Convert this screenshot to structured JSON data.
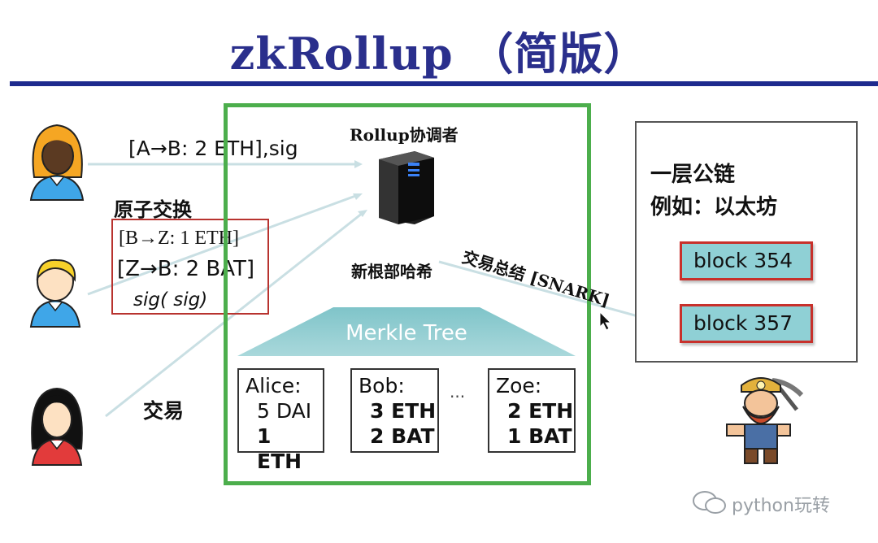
{
  "title": "zkRollup （简版）",
  "coordinator_label": "Rollup协调者",
  "tx1_text": "[A→B:   2 ETH],sig",
  "atomic_swap": {
    "label": "原子交换",
    "line1": "[B→Z:   1 ETH]",
    "line2": "[Z→B:   2 BAT]",
    "line3": "sig(   sig)"
  },
  "tx3_label": "交易",
  "new_root_label": "新根部哈希",
  "summary_label": "交易总结 [SNARK]",
  "merkle_label": "Merkle Tree",
  "accounts": [
    {
      "name": "Alice:",
      "line1": "5 DAI",
      "line2": "1 ETH"
    },
    {
      "name": "Bob:",
      "line1": "3 ETH",
      "line2": "2 BAT"
    },
    {
      "name": "Zoe:",
      "line1": "2 ETH",
      "line2": "1 BAT"
    }
  ],
  "ellipsis": "...",
  "layer1": {
    "line1": "一层公链",
    "line2": "例如：以太坊",
    "blocks": [
      "block 354",
      "block 357"
    ]
  },
  "watermark": "python玩转",
  "colors": {
    "title": "#2a2f8c",
    "green_box": "#4cae4c",
    "block_fill": "#8fd0d5",
    "block_border": "#c8302b"
  }
}
